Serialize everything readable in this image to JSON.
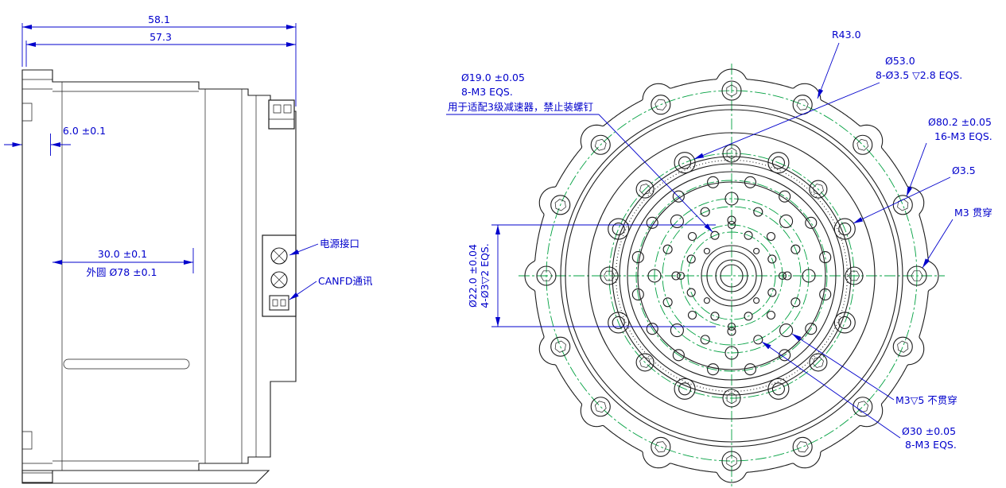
{
  "drawing": {
    "title": "actuator-technical-drawing",
    "side_view": {
      "dims": {
        "width_total": "58.1",
        "width_body": "57.3",
        "depth_step": "6.0 ±0.1",
        "body_length": "30.0 ±0.1",
        "outer_dia": "外圆 Ø78 ±0.1"
      },
      "labels": {
        "power_port": "电源接口",
        "canfd_port": "CANFD通讯"
      }
    },
    "front_view": {
      "dims": {
        "radius_outer": "R43.0",
        "cb_dia": "Ø53.0",
        "cb_spec": "8-Ø3.5 ▽2.8 EQS.",
        "bc19_dia": "Ø19.0 ±0.05",
        "bc19_spec": "8-M3 EQS.",
        "bc19_note": "用于适配3级减速器，禁止装螺钉",
        "bc80_dia": "Ø80.2 ±0.05",
        "bc80_spec": "16-M3 EQS.",
        "hole_dia": "Ø3.5",
        "m3_through": "M3 贯穿",
        "bc22_dia": "Ø22.0 ±0.04",
        "bc22_spec": "4-Ø3▽2 EQS.",
        "m3_blind": "M3▽5 不贯穿",
        "bc30_dia": "Ø30 ±0.05",
        "bc30_spec": "8-M3 EQS."
      }
    },
    "colors": {
      "line": "#1c1c1c",
      "dimension": "#0000cc",
      "centerline": "#00a040"
    }
  }
}
